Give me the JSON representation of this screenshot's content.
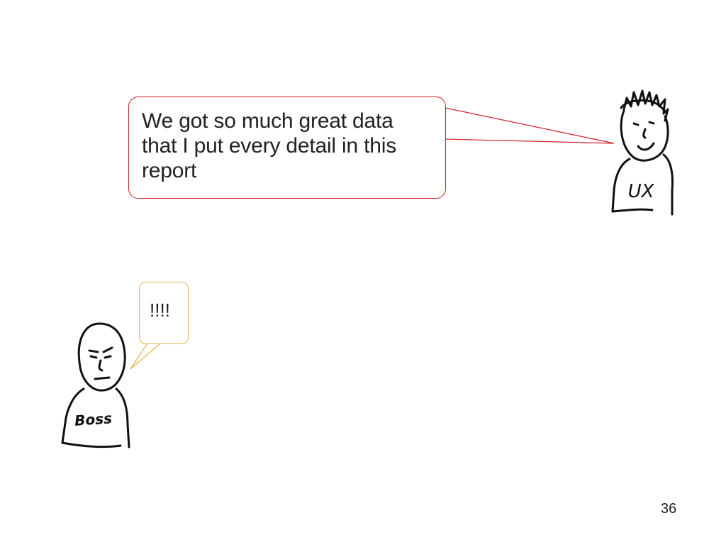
{
  "slide": {
    "ux_speech": "We got so much great data that I put every detail in this report",
    "boss_speech": "!!!!",
    "page_number": "36"
  },
  "figures": {
    "ux_shirt_label": "UX",
    "boss_shirt_label": "Boss"
  },
  "colors": {
    "ux_bubble_border": "#d21f2a",
    "boss_bubble_border": "#e6b24a",
    "ink": "#111111"
  }
}
